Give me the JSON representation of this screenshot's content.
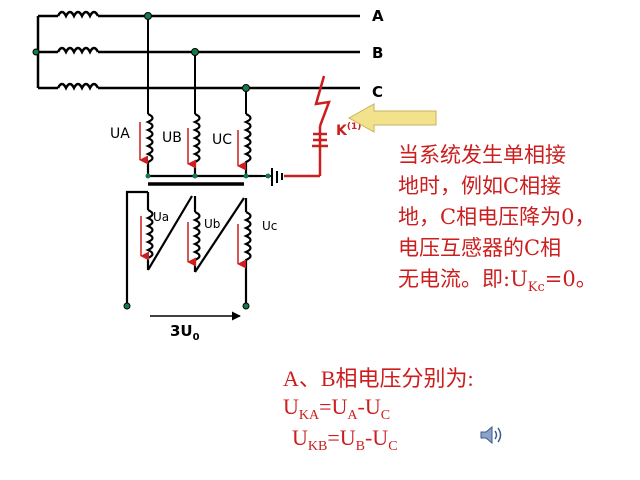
{
  "diagram": {
    "phase_labels": [
      "A",
      "B",
      "C"
    ],
    "primary_labels": [
      "UA",
      "UB",
      "UC"
    ],
    "secondary_labels": [
      "Ua",
      "Ub",
      "Uc"
    ],
    "fault_label": "K",
    "fault_sup": "(1)",
    "output_label": "3U",
    "output_sub": "0",
    "colors": {
      "wire": "#000000",
      "fault": "#cc1e1e",
      "arrow": "#f2e28c"
    }
  },
  "note": {
    "lines": [
      "当系统发生单相接",
      "地时，例如C相接",
      "地，C相电压降为0，",
      "电压互感器的C相"
    ],
    "last_line_pre": "无电流。即:U",
    "last_line_sub": "Kc",
    "last_line_post": "=0。"
  },
  "formula": {
    "heading": "A、B相电压分别为:",
    "line1": {
      "u1": "U",
      "s1": "KA",
      "eq": "=U",
      "s2": "A",
      "minus": "-U",
      "s3": "C"
    },
    "line2": {
      "u1": "U",
      "s1": "KB",
      "eq": "=U",
      "s2": "B",
      "minus": "-U",
      "s3": "C"
    }
  },
  "icons": {
    "speaker": "speaker-icon"
  }
}
